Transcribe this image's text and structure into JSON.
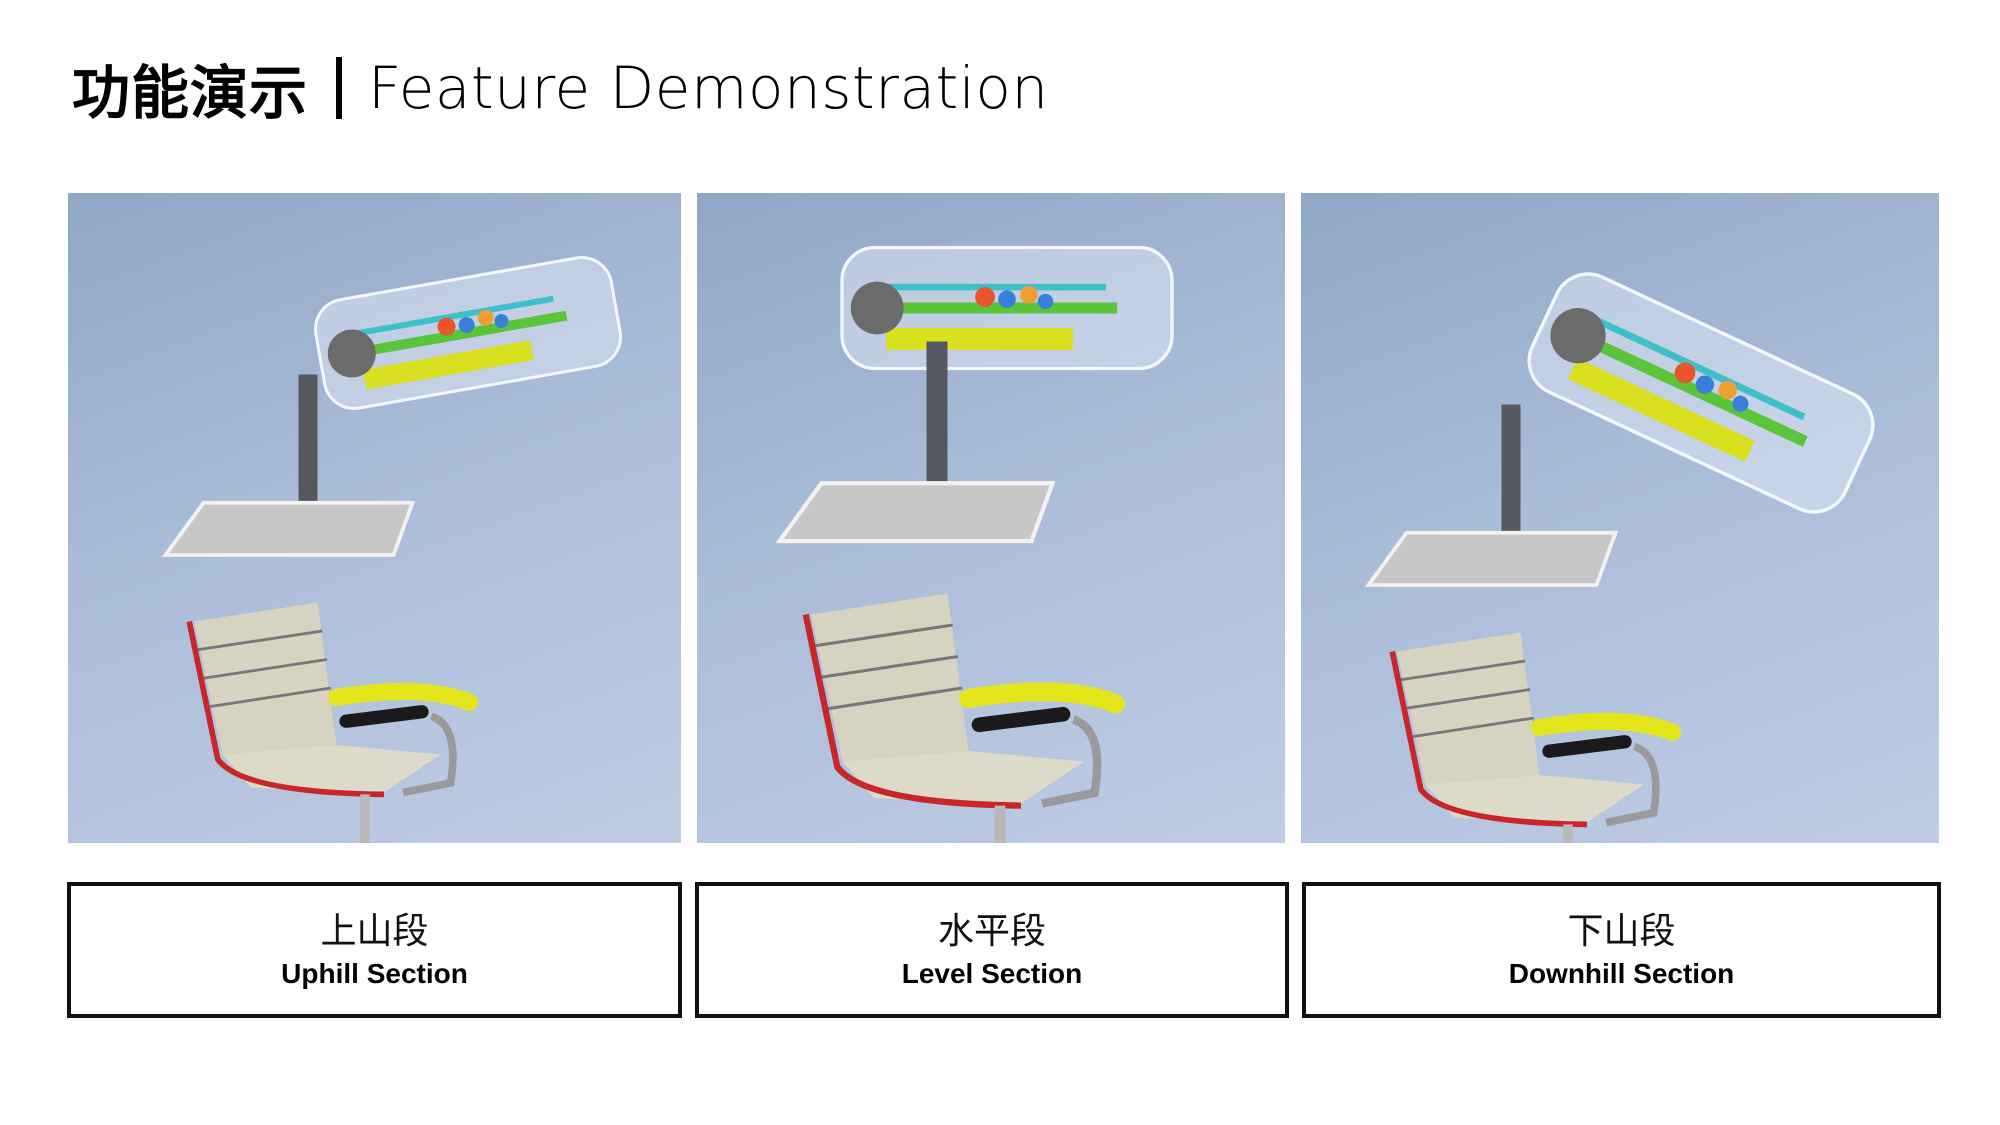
{
  "header": {
    "title_zh": "功能演示",
    "title_en": "Feature Demonstration"
  },
  "panels": [
    {
      "name_zh": "上山段",
      "name_en": "Uphill Section",
      "housing_tilt_deg": -10
    },
    {
      "name_zh": "水平段",
      "name_en": "Level Section",
      "housing_tilt_deg": 0
    },
    {
      "name_zh": "下山段",
      "name_en": "Downhill Section",
      "housing_tilt_deg": 25
    }
  ],
  "colors": {
    "panel_bg": "#a9bcd8",
    "frame_red": "#c8262a",
    "armrest_yellow": "#e3e61a",
    "slat": "#d6d3c0"
  }
}
